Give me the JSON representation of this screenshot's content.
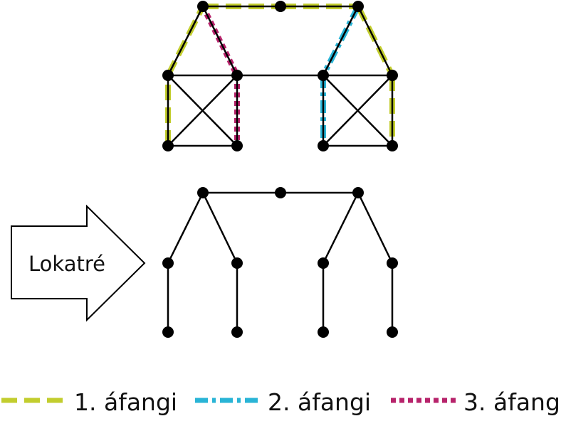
{
  "arrow_label": "Lokatré",
  "legend": [
    {
      "label": "1. áfangi",
      "color": "#c2cd2e",
      "dash": "long"
    },
    {
      "label": "2. áfangi",
      "color": "#29b4d6",
      "dash": "dashdot"
    },
    {
      "label": "3. áfangi",
      "color": "#b7236b",
      "dash": "short"
    }
  ],
  "colors": {
    "edge": "#000000",
    "node": "#000000",
    "phase1": "#c2cd2e",
    "phase2": "#29b4d6",
    "phase3": "#b7236b"
  },
  "top_graph": {
    "nodes": [
      "t1",
      "t2",
      "t3",
      "l1",
      "l2",
      "l3",
      "l4",
      "r1",
      "r2",
      "r3",
      "r4"
    ],
    "edges": [
      [
        "t1",
        "t2"
      ],
      [
        "t2",
        "t3"
      ],
      [
        "t1",
        "l1"
      ],
      [
        "t1",
        "l2"
      ],
      [
        "t3",
        "r1"
      ],
      [
        "t3",
        "r2"
      ],
      [
        "l1",
        "l2"
      ],
      [
        "l2",
        "r1"
      ],
      [
        "r1",
        "r2"
      ],
      [
        "l1",
        "l3"
      ],
      [
        "l2",
        "l4"
      ],
      [
        "l3",
        "l4"
      ],
      [
        "l1",
        "l4"
      ],
      [
        "l2",
        "l3"
      ],
      [
        "r1",
        "r3"
      ],
      [
        "r2",
        "r4"
      ],
      [
        "r3",
        "r4"
      ],
      [
        "r1",
        "r4"
      ],
      [
        "r2",
        "r3"
      ]
    ],
    "phase_edges": {
      "phase1": [
        [
          "l3",
          "l1"
        ],
        [
          "l1",
          "t1"
        ],
        [
          "t1",
          "t2"
        ],
        [
          "t2",
          "t3"
        ],
        [
          "t3",
          "r2"
        ],
        [
          "r2",
          "r4"
        ]
      ],
      "phase2": [
        [
          "t3",
          "r1"
        ],
        [
          "r1",
          "r3"
        ]
      ],
      "phase3": [
        [
          "t1",
          "l2"
        ],
        [
          "l2",
          "l4"
        ]
      ]
    }
  },
  "tree": {
    "nodes": [
      "a1",
      "a2",
      "a3",
      "b1",
      "b2",
      "b3",
      "b4",
      "c1",
      "c2",
      "c3",
      "c4"
    ],
    "edges": [
      [
        "a1",
        "a2"
      ],
      [
        "a2",
        "a3"
      ],
      [
        "a1",
        "b1"
      ],
      [
        "a1",
        "b2"
      ],
      [
        "a3",
        "b3"
      ],
      [
        "a3",
        "b4"
      ],
      [
        "b1",
        "c1"
      ],
      [
        "b2",
        "c2"
      ],
      [
        "b3",
        "c3"
      ],
      [
        "b4",
        "c4"
      ]
    ]
  }
}
